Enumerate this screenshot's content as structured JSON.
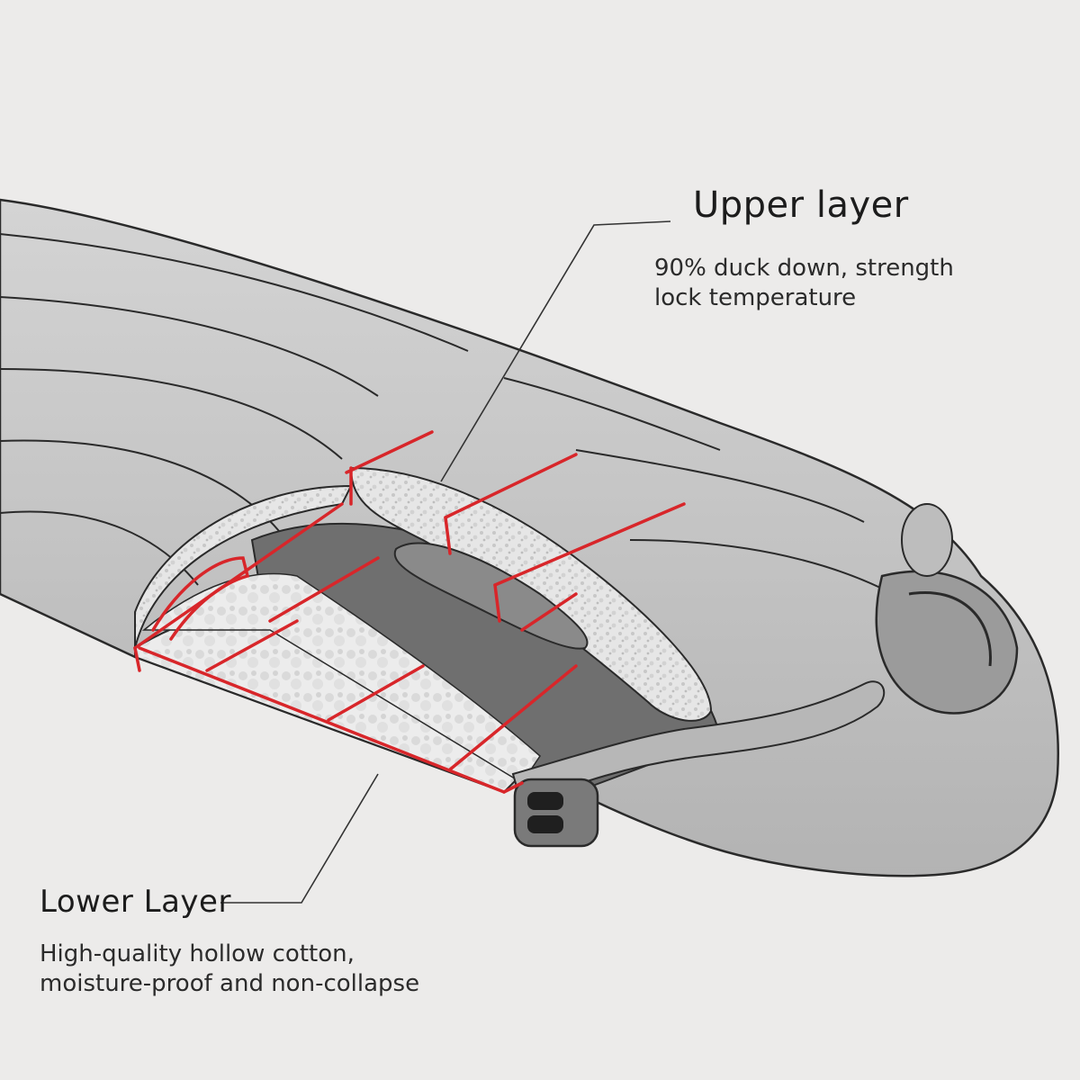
{
  "upper_layer": {
    "title": "Upper layer",
    "description_lines": [
      "90% duck down, strength",
      "lock temperature"
    ]
  },
  "lower_layer": {
    "title": "Lower Layer",
    "description_lines": [
      "High-quality hollow cotton,",
      "moisture-proof and non-collapse"
    ]
  },
  "colors": {
    "background": "#ecebea",
    "shell": "#c9c9c9",
    "shell_dark": "#a9a9a9",
    "interior": "#6f6f6f",
    "insulation": "#e3e3e3",
    "accent_red": "#d8262a",
    "outline": "#2a2a2a"
  }
}
